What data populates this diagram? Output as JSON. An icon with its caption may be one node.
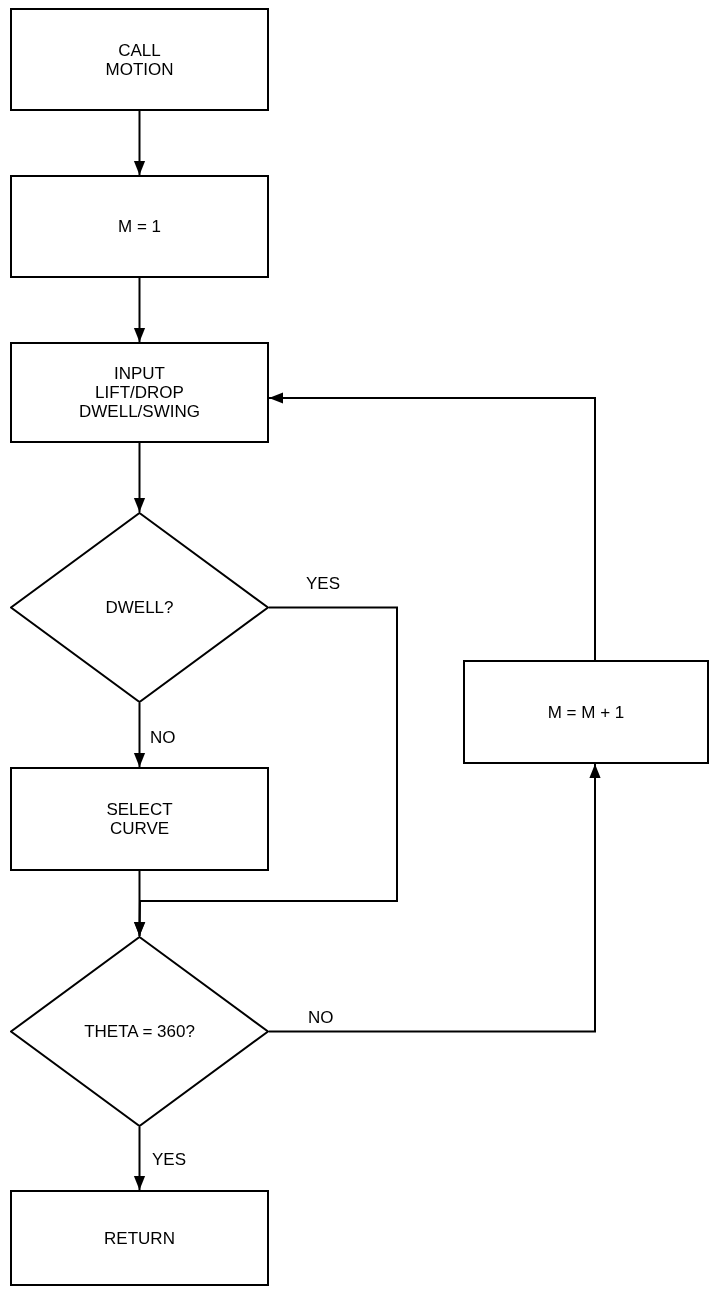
{
  "diagram": {
    "nodes": [
      {
        "text": [
          "CALL MOTION"
        ]
      },
      {
        "text": [
          "M = 1"
        ]
      },
      {
        "text": [
          "INPUT LIFT/DROP DWELL/SWING"
        ]
      },
      {
        "text": [
          "DWELL?"
        ]
      },
      {
        "text": [
          "SELECT CURVE"
        ]
      },
      {
        "text": [
          "THETA = 360?"
        ]
      },
      {
        "text": [
          "RETURN"
        ]
      },
      {
        "text": [
          "M = M + 1"
        ]
      }
    ],
    "edges": [
      {
        "from": 0,
        "to": 1,
        "arrow": "to"
      },
      {
        "from": 1,
        "to": 2,
        "arrow": "to"
      },
      {
        "from": 2,
        "to": 3,
        "arrow": "to"
      },
      {
        "from": 3,
        "to": 4,
        "arrow": "to",
        "label": "NO"
      },
      {
        "from": 3,
        "to": 5,
        "arrow": "to",
        "label": "YES"
      },
      {
        "from": 4,
        "to": 5,
        "arrow": "to"
      },
      {
        "from": 5,
        "to": 7,
        "arrow": "to",
        "label": "NO"
      },
      {
        "from": 7,
        "to": 2,
        "arrow": "to"
      },
      {
        "from": 5,
        "to": 6,
        "arrow": "to",
        "label": "YES"
      }
    ]
  }
}
